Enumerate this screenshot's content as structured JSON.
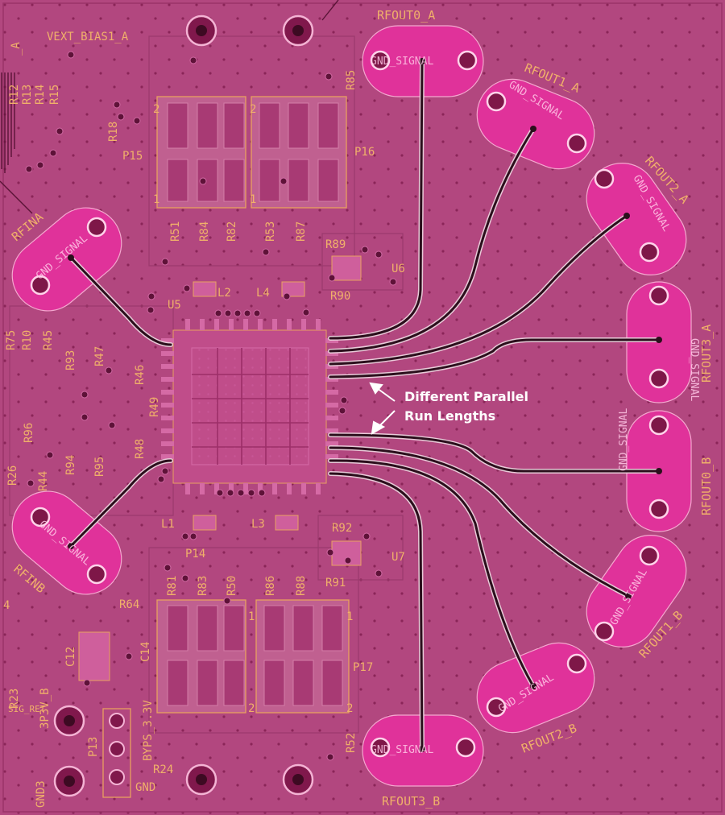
{
  "colors": {
    "board": "#b2477f",
    "pour_edge": "#a3346f",
    "pad_fill": "#e0329a",
    "silkscreen": "#f0b06a",
    "trace": "#2b0f1c",
    "via": "#5e1238",
    "annotation": "#ffffff"
  },
  "annotation": {
    "line1": "Different Parallel",
    "line2": "Run Lengths"
  },
  "ports": {
    "rfout0_a": "RFOUT0_A",
    "rfout1_a": "RFOUT1_A",
    "rfout2_a": "RFOUT2_A",
    "rfout3_a": "RFOUT3_A",
    "rfout0_b": "RFOUT0_B",
    "rfout1_b": "RFOUT1_B",
    "rfout2_b": "RFOUT2_B",
    "rfout3_b": "RFOUT3_B",
    "rfina": "RFINA",
    "rfinb": "RFINB",
    "gnd_signal": "GND_SIGNAL"
  },
  "labels": {
    "vext": "VEXT_BIAS1_A",
    "a_edge": "_A",
    "r12": "R12",
    "r13": "R13",
    "r14": "R14",
    "r15": "R15",
    "r18": "R18",
    "p15": "P15",
    "p16": "P16",
    "r85": "R85",
    "r51": "R51",
    "r84": "R84",
    "r82": "R82",
    "r53": "R53",
    "r87": "R87",
    "r89": "R89",
    "u6": "U6",
    "r90": "R90",
    "l2": "L2",
    "l4": "L4",
    "u5": "U5",
    "r75": "R75",
    "r10": "R10",
    "r45": "R45",
    "r93": "R93",
    "r47": "R47",
    "r46": "R46",
    "r49": "R49",
    "r96": "R96",
    "r94": "R94",
    "r95": "R95",
    "r48": "R48",
    "r26": "R26",
    "r44": "R44",
    "l1": "L1",
    "l3": "L3",
    "r92": "R92",
    "p14": "P14",
    "u7": "U7",
    "r91": "R91",
    "r81": "R81",
    "r83": "R83",
    "r50": "R50",
    "r86": "R86",
    "r88": "R88",
    "r64": "R64",
    "c12": "C12",
    "c14": "C14",
    "p17": "P17",
    "r23": "R23",
    "p3v_b": "3P3V_B",
    "byps": "BYPS_3.3V",
    "p13": "P13",
    "gnd3": "GND3",
    "gnd": "GND",
    "r24": "R24",
    "r52": "R52",
    "sig_ret": "SIG_RET",
    "pin1": "1",
    "pin2": "2",
    "num4": "4"
  }
}
